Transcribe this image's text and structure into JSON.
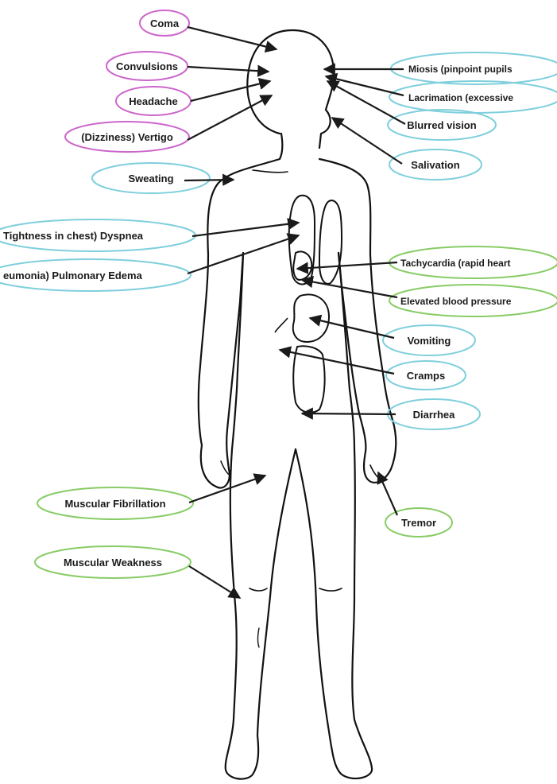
{
  "labels": {
    "coma": "Coma",
    "convulsions": "Convulsions",
    "headache": "Headache",
    "vertigo": "(Dizziness) Vertigo",
    "sweating": "Sweating",
    "dyspnea": "Tightness in chest) Dyspnea",
    "edema": "eumonia) Pulmonary Edema",
    "miosis": "Miosis (pinpoint pupils",
    "lacrimation": "Lacrimation (excessive",
    "blurred": "Blurred vision",
    "salivation": "Salivation",
    "tachycardia": "Tachycardia (rapid heart",
    "blood_pressure": "Elevated blood pressure",
    "vomiting": "Vomiting",
    "cramps": "Cramps",
    "diarrhea": "Diarrhea",
    "fibrillation": "Muscular Fibrillation",
    "tremor": "Tremor",
    "weakness": "Muscular Weakness"
  },
  "colors": {
    "neurological": "#cc66cc",
    "respiratory": "#7fcfdc",
    "cardio": "#88cc66",
    "outline": "#111111",
    "arrow": "#1a1a1a"
  }
}
